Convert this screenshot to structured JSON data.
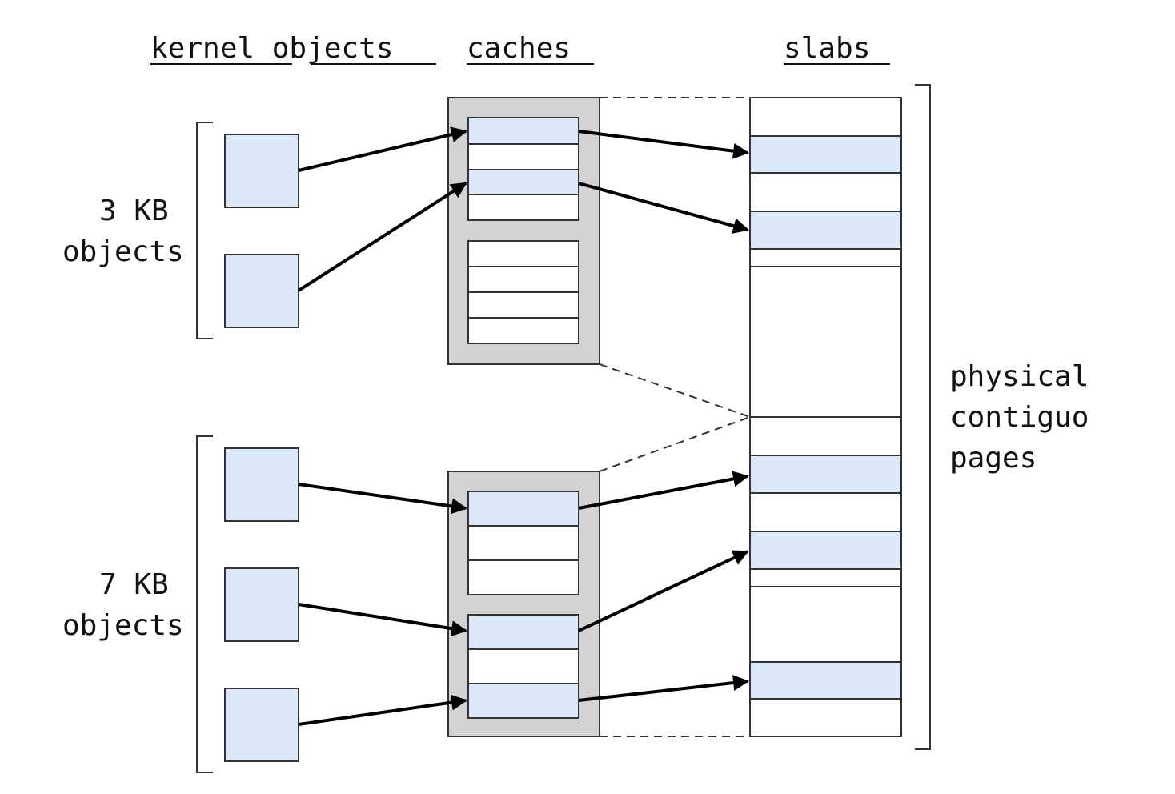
{
  "headers": {
    "kernel_objects": "kernel objects",
    "caches": "caches",
    "slabs": "slabs"
  },
  "groups": {
    "small": {
      "size": "3 KB",
      "word": "objects"
    },
    "large": {
      "size": "7 KB",
      "word": "objects"
    }
  },
  "side_label": [
    "physical",
    "contiguo",
    "pages"
  ],
  "colors": {
    "object_fill": "#dce9f8",
    "cache_fill": "#d3d3d3",
    "line": "#333333"
  }
}
